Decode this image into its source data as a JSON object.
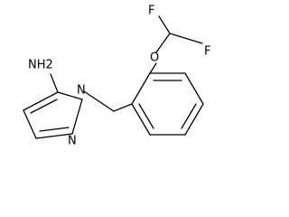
{
  "structure": {
    "atoms": {
      "amine": "NH2",
      "pyrazole_n1": "N",
      "pyrazole_n2": "N",
      "ether_o": "O",
      "fluorine_1": "F",
      "fluorine_2": "F"
    },
    "colors": {
      "bond": "#000000",
      "label": "#000000",
      "background": "#ffffff"
    }
  }
}
